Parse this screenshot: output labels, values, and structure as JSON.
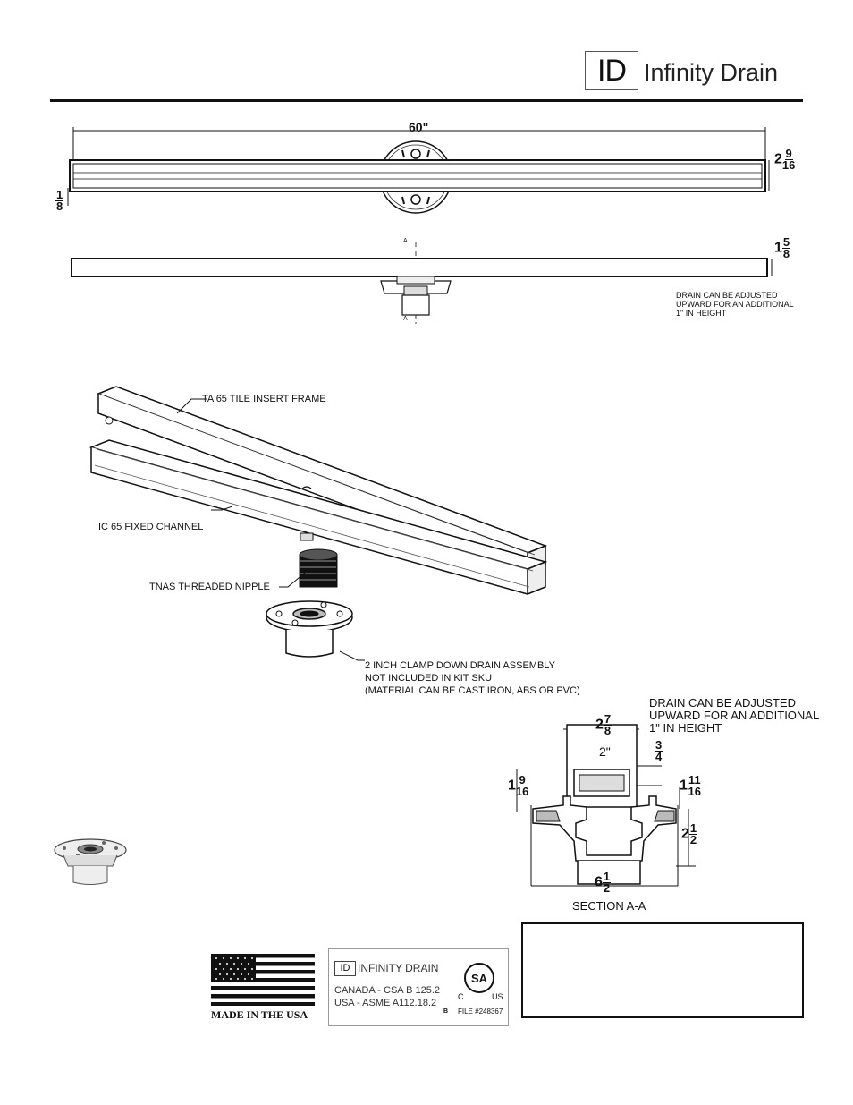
{
  "header": {
    "logo_mark": "ID",
    "brand": "Infinity Drain"
  },
  "top_view": {
    "length": "60\"",
    "width_whole": "2",
    "width_num": "9",
    "width_den": "16",
    "edge_num": "1",
    "edge_den": "8"
  },
  "side_view": {
    "height_whole": "1",
    "height_num": "5",
    "height_den": "8",
    "section_mark": "A",
    "note": [
      "DRAIN CAN BE ADJUSTED",
      "UPWARD FOR AN ADDITIONAL",
      "1\" IN HEIGHT"
    ]
  },
  "exploded": {
    "frame_label": "TA 65 TILE INSERT FRAME",
    "channel_label": "IC 65 FIXED CHANNEL",
    "nipple_label": "TNAS THREADED NIPPLE",
    "drain_label": [
      "2 INCH CLAMP DOWN DRAIN ASSEMBLY",
      "NOT INCLUDED IN KIT SKU",
      "(MATERIAL CAN BE CAST IRON, ABS OR PVC)"
    ]
  },
  "section": {
    "note": [
      "DRAIN CAN BE ADJUSTED",
      "UPWARD FOR AN ADDITIONAL",
      "1\" IN HEIGHT"
    ],
    "top_whole": "2",
    "top_num": "7",
    "top_den": "8",
    "inner": "2\"",
    "side_num": "3",
    "side_den": "4",
    "left_whole": "1",
    "left_num": "9",
    "left_den": "16",
    "right_whole": "1",
    "right_num": "11",
    "right_den": "16",
    "height_whole": "2",
    "height_num": "1",
    "height_den": "2",
    "base_whole": "6",
    "base_num": "1",
    "base_den": "2",
    "title": "SECTION A-A"
  },
  "badges": {
    "made_in": "MADE IN THE USA",
    "cert_mark": "ID",
    "cert_brand": "INFINITY DRAIN",
    "cert_canada": "CANADA - CSA B 125.2",
    "cert_usa": "USA - ASME A112.18.2",
    "cert_b": "B",
    "cert_c": "C",
    "cert_us": "US",
    "cert_file": "FILE #248367",
    "csa_logo": "SA"
  }
}
